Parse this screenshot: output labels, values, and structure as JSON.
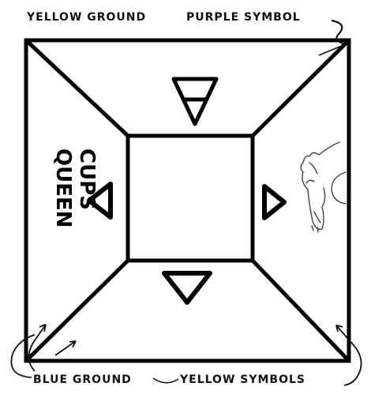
{
  "labels": {
    "top_left": "YELLOW GROUND",
    "top_right": "PURPLE SYMBOL",
    "bottom_left": "BLUE GROUND",
    "bottom_right": "YELLOW SYMBOLS"
  },
  "left_panel_text": [
    "QUEEN",
    "CUPS"
  ],
  "symbols": {
    "top": "water-triangle-with-bar-icon",
    "bottom": "water-triangle-icon",
    "left": "triangle-pointing-left-icon",
    "right": "triangle-pointing-right-icon",
    "right_panel_art": "horse-head-with-crescent-moon-icon"
  }
}
